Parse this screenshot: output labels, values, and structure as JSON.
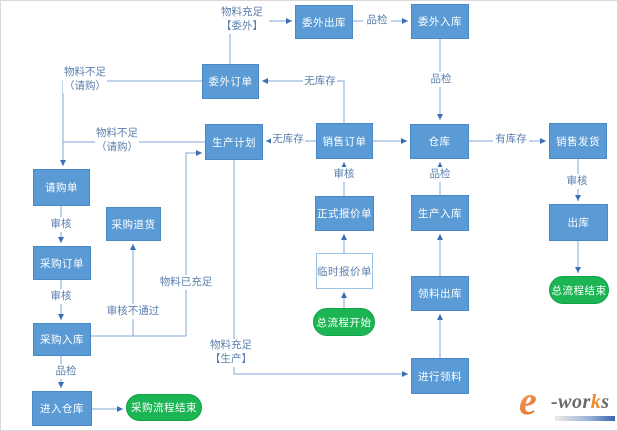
{
  "colors": {
    "node_fill": "#5B9BD5",
    "node_border": "#4A89C7",
    "node_text": "#FFFFFF",
    "outline_node_fill": "#FFFFFF",
    "outline_node_border": "#9DC3E6",
    "pill_fill": "#1CB553",
    "pill_border": "#12A149",
    "connector_line": "#7FA9D8",
    "arrowhead": "#3A6FB7",
    "edge_label_text": "#5B7FAC",
    "watermark_orange": "#ED7D31",
    "watermark_gray": "#6A6A6A",
    "watermark_bar_blue": "#3A66B0"
  },
  "nodes": {
    "weiwai_chuku": {
      "label": "委外出库"
    },
    "weiwai_ruku": {
      "label": "委外入库"
    },
    "weiwai_dingdan": {
      "label": "委外订单"
    },
    "shengchan_jihua": {
      "label": "生产计划"
    },
    "xiaoshou_dingdan": {
      "label": "销售订单"
    },
    "cangku": {
      "label": "仓库"
    },
    "xiaoshou_fahuo": {
      "label": "销售发货"
    },
    "qinggou_dan": {
      "label": "请购单"
    },
    "caigou_tuihuo": {
      "label": "采购退货"
    },
    "zhengshi_baojia": {
      "label": "正式报价单"
    },
    "shengchan_ruku": {
      "label": "生产入库"
    },
    "chuku": {
      "label": "出库"
    },
    "caigou_dingdan": {
      "label": "采购订单"
    },
    "linshi_baojia": {
      "label": "临时报价单"
    },
    "lingliao_chuku": {
      "label": "领料出库"
    },
    "caigou_ruku": {
      "label": "采购入库"
    },
    "jinru_cangku": {
      "label": "进入仓库"
    },
    "jinxing_lingliao": {
      "label": "进行领料"
    },
    "caigou_end": {
      "label": "采购流程结束"
    },
    "zong_start": {
      "label": "总流程开始"
    },
    "zong_end": {
      "label": "总流程结束"
    }
  },
  "edge_labels": {
    "material_full_outsource": "物料充足\n【委外】",
    "quality_top": "品检",
    "quality_weiwai_in": "品检",
    "material_short_1": "物料不足\n（请购）",
    "material_short_2": "物料不足\n（请购）",
    "no_stock_1": "无库存",
    "no_stock_2": "无库存",
    "has_stock": "有库存",
    "audit_sales_order": "审核",
    "quality_warehouse": "品检",
    "audit_sales_ship": "审核",
    "audit_request": "审核",
    "audit_purchase": "审核",
    "quality_purchase_in": "品检",
    "material_enough": "物料已充足",
    "audit_fail": "审核不通过",
    "material_full_produce": "物料充足\n【生产】"
  },
  "watermark": {
    "e": "e",
    "pre": "-wor",
    "k": "k",
    "s": "s"
  }
}
